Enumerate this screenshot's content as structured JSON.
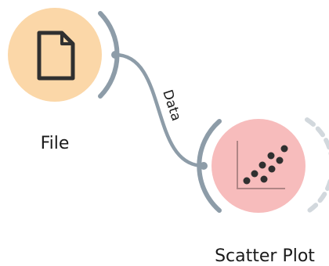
{
  "colors": {
    "file_node_fill": "#fbd7a8",
    "scatter_node_fill": "#f7bcbc",
    "channel_color": "#8d9ca8",
    "dashed_slot_color": "#d2d8dd",
    "icon_color": "#303030"
  },
  "nodes": [
    {
      "id": "file",
      "label": "File",
      "icon": "document-icon"
    },
    {
      "id": "scatter",
      "label": "Scatter Plot",
      "icon": "scatter-plot-icon"
    }
  ],
  "link": {
    "from": "file",
    "to": "scatter",
    "label": "Data"
  }
}
